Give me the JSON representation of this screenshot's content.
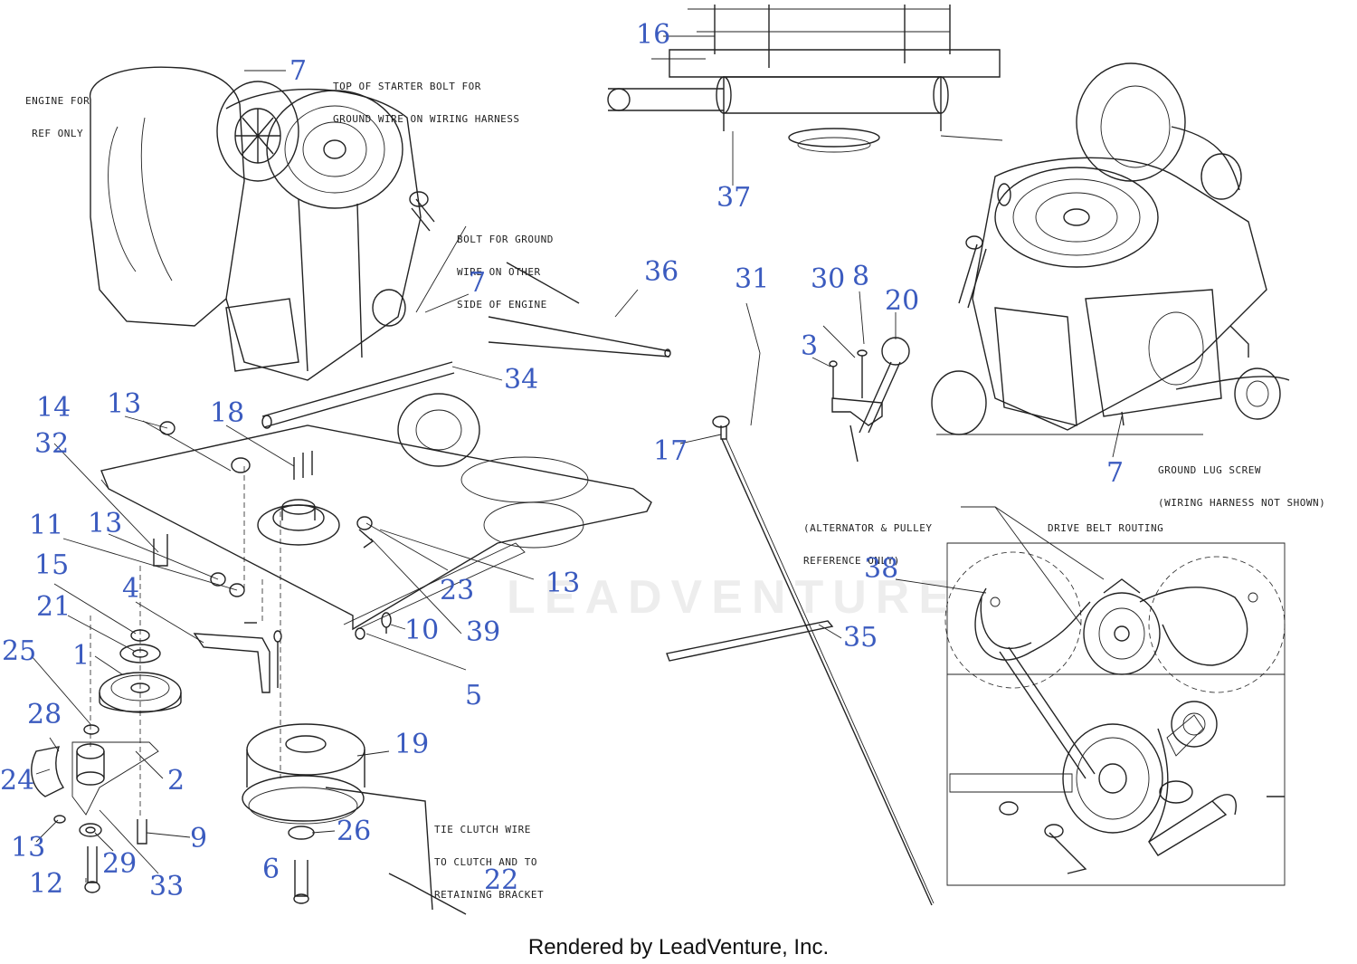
{
  "callouts": {
    "n1": "1",
    "n2": "2",
    "n3": "3",
    "n4": "4",
    "n5": "5",
    "n6": "6",
    "n7a": "7",
    "n7b": "7",
    "n7c": "7",
    "n8": "8",
    "n9": "9",
    "n10": "10",
    "n11": "11",
    "n12": "12",
    "n13a": "13",
    "n13b": "13",
    "n13c": "13",
    "n13d": "13",
    "n14": "14",
    "n15": "15",
    "n16": "16",
    "n17": "17",
    "n18": "18",
    "n19": "19",
    "n20": "20",
    "n21": "21",
    "n22": "22",
    "n23": "23",
    "n24": "24",
    "n25": "25",
    "n26": "26",
    "n28": "28",
    "n29": "29",
    "n30": "30",
    "n31": "31",
    "n32": "32",
    "n33": "33",
    "n34": "34",
    "n35": "35",
    "n36": "36",
    "n37": "37",
    "n38": "38",
    "n39": "39"
  },
  "notes": {
    "engine_ref": [
      "ENGINE FOR",
      "REF ONLY"
    ],
    "starter_bolt": [
      "TOP OF STARTER BOLT FOR",
      "GROUND WIRE ON WIRING HARNESS"
    ],
    "ground_bolt": [
      "BOLT FOR GROUND",
      "WIRE ON OTHER",
      "SIDE OF ENGINE"
    ],
    "ground_lug": [
      "GROUND LUG SCREW",
      "(WIRING HARNESS NOT SHOWN)"
    ],
    "alternator": [
      "(ALTERNATOR & PULLEY",
      "REFERENCE ONLY)"
    ],
    "belt_routing": "DRIVE BELT ROUTING",
    "clutch_wire": [
      "TIE CLUTCH WIRE",
      "TO CLUTCH AND TO",
      "RETAINING BRACKET"
    ]
  },
  "watermark": "LEADVENTURE",
  "footer": "Rendered by LeadVenture, Inc."
}
